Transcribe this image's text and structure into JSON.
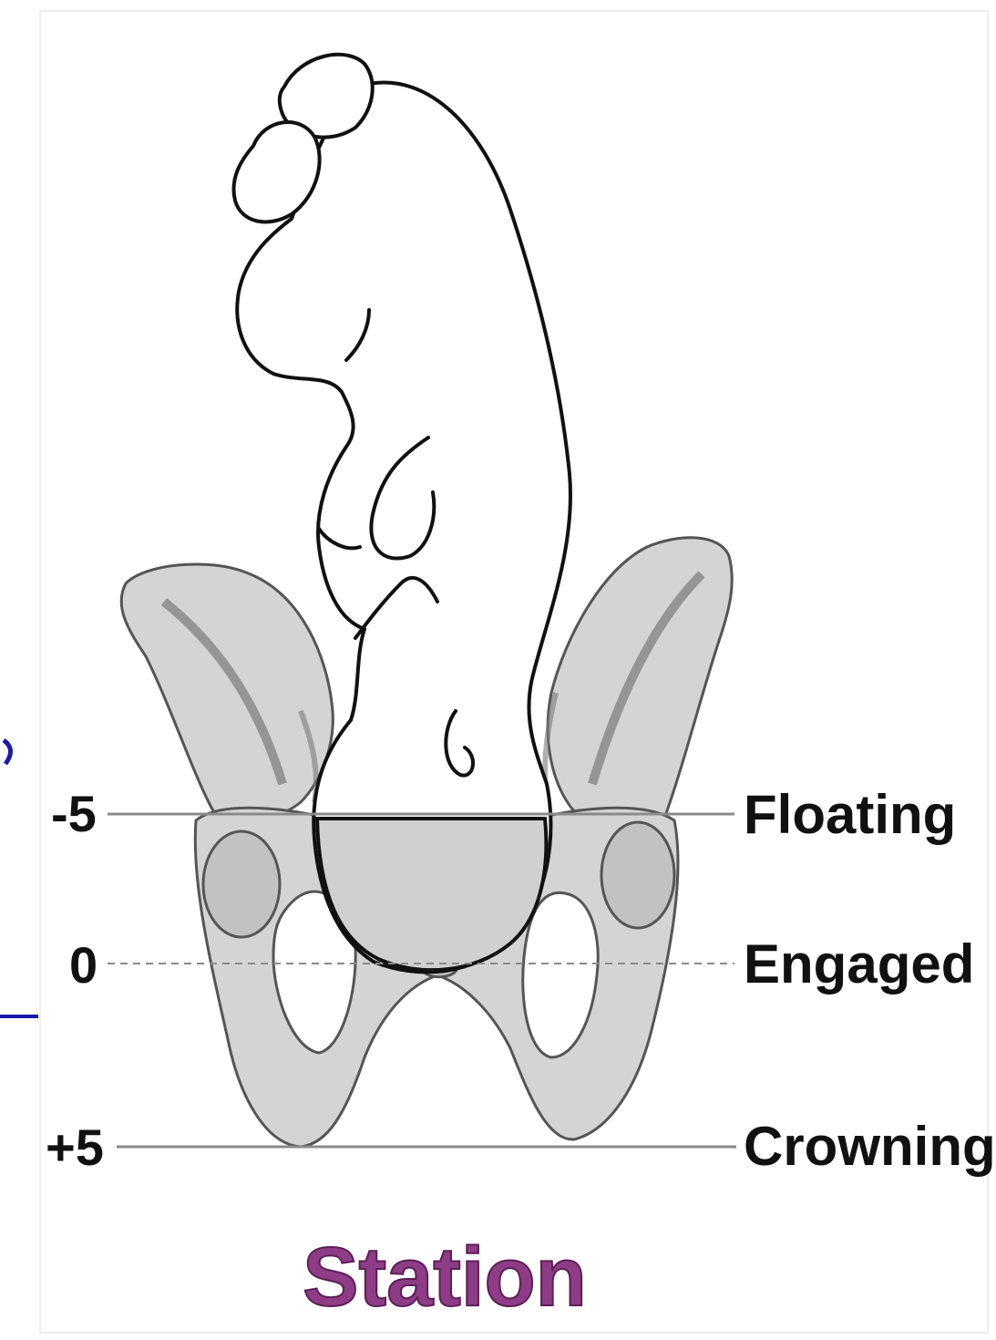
{
  "stations": [
    {
      "value": "-5",
      "name": "Floating",
      "line_style": "solid"
    },
    {
      "value": "0",
      "name": "Engaged",
      "line_style": "dashed"
    },
    {
      "value": "+5",
      "name": "Crowning",
      "line_style": "solid"
    }
  ],
  "caption": "Station",
  "colors": {
    "caption": "#8e3c86",
    "pelvis_fill": "#d4d4d4",
    "pelvis_shade": "#7a7a7a",
    "outline": "#111111",
    "reference_line": "#8a8a8a",
    "slide_accent": "#1a1aa8"
  }
}
